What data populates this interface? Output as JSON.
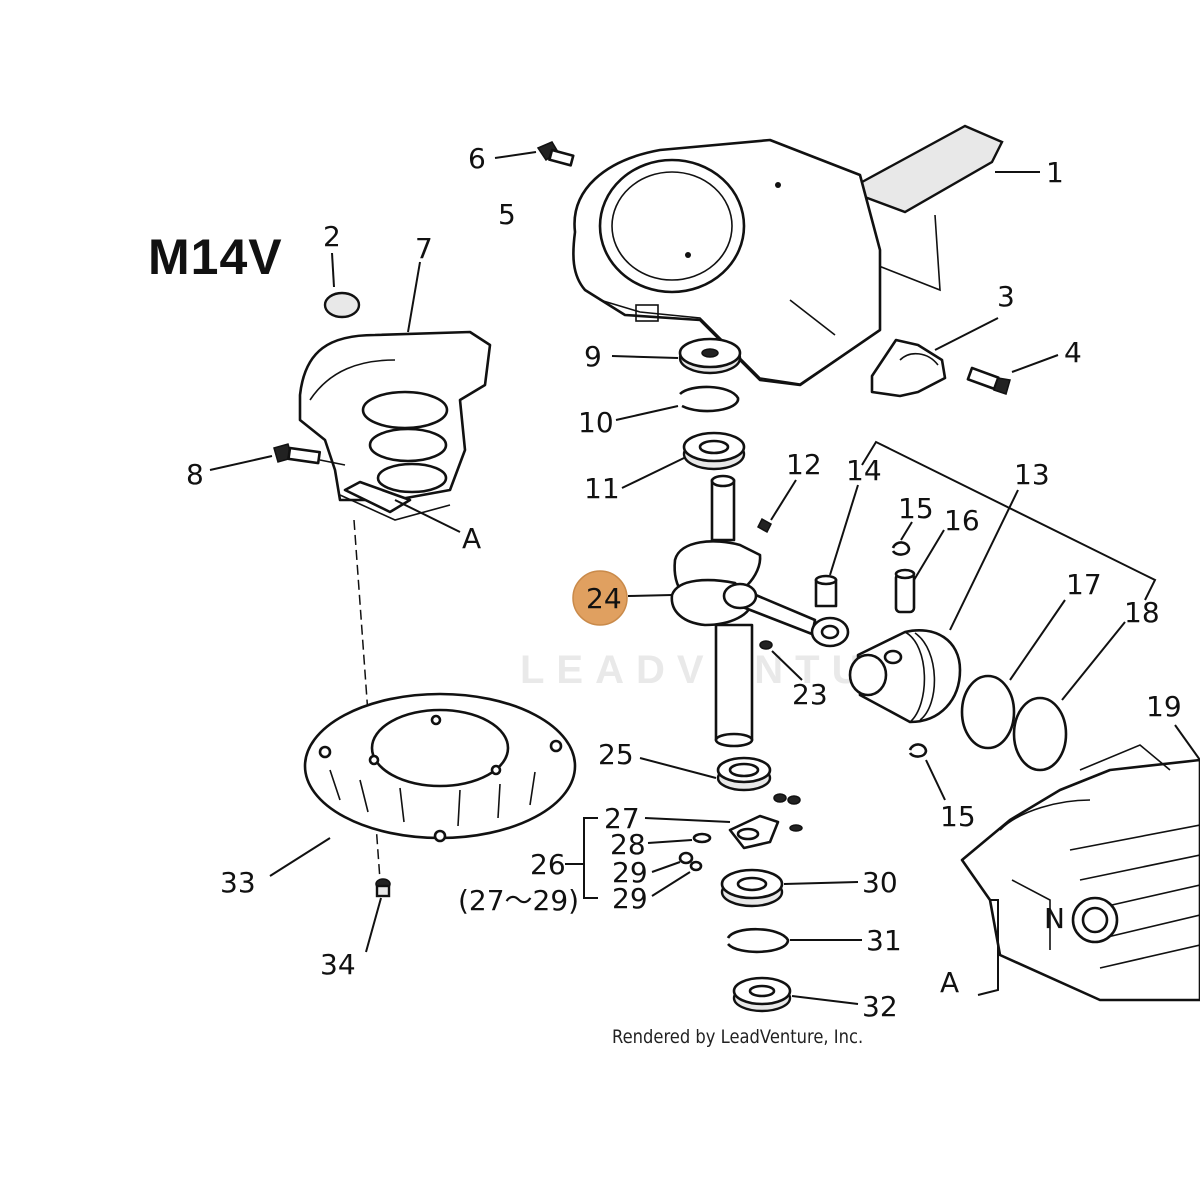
{
  "diagram": {
    "model": "M14V",
    "footer": "Rendered by LeadVenture, Inc.",
    "watermark": "LEADVENTURE",
    "highlight_color": "#e0a060",
    "labels": {
      "p1": "1",
      "p2": "2",
      "p3": "3",
      "p4": "4",
      "p5": "5",
      "p6": "6",
      "p7": "7",
      "p8": "8",
      "p9": "9",
      "p10": "10",
      "p11": "11",
      "p12": "12",
      "p13": "13",
      "p14": "14",
      "p15a": "15",
      "p15b": "15",
      "p16": "16",
      "p17": "17",
      "p18": "18",
      "p19": "19",
      "p23": "23",
      "p24": "24",
      "p25": "25",
      "p26": "26",
      "p26range": "(27～29)",
      "p27": "27",
      "p28": "28",
      "p29a": "29",
      "p29b": "29",
      "p30": "30",
      "p31": "31",
      "p32": "32",
      "p33": "33",
      "p34": "34",
      "refA1": "A",
      "refA2": "A"
    }
  }
}
